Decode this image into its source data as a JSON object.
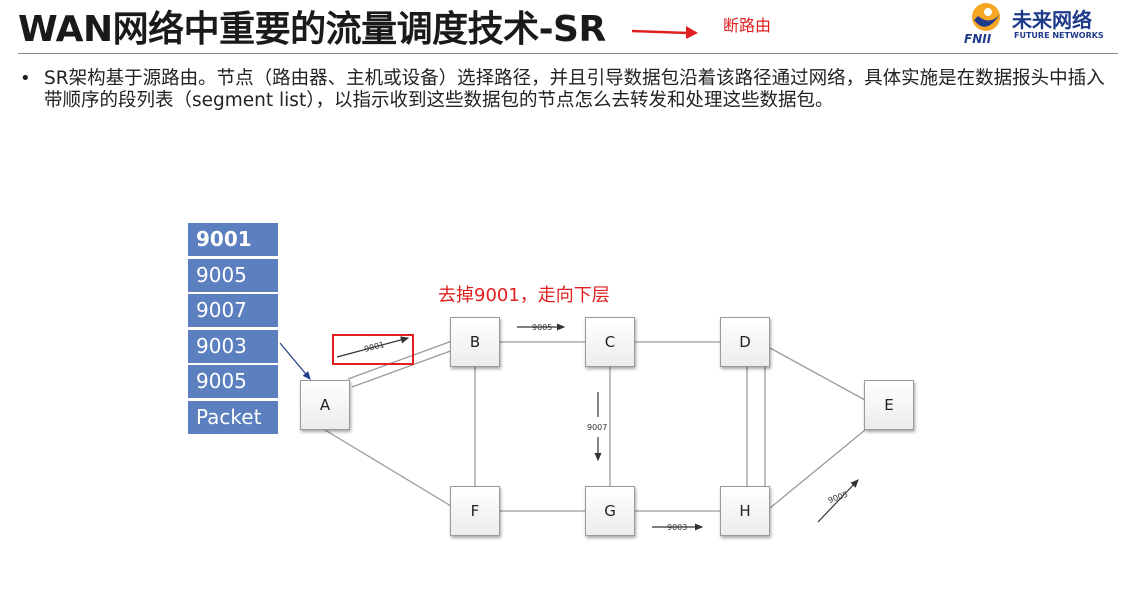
{
  "header": {
    "title": "WAN网络中重要的流量调度技术-SR",
    "annotation": "断路由",
    "logo": {
      "cn": "未来网络",
      "en": "FUTURE NETWORKS",
      "abbr": "FNII"
    }
  },
  "body": {
    "bullet": "•",
    "text": "SR架构基于源路由。节点（路由器、主机或设备）选择路径，并且引导数据包沿着该路径通过网络，具体实施是在数据报头中插入带顺序的段列表（segment list），以指示收到这些数据包的节点怎么去转发和处理这些数据包。"
  },
  "diagram": {
    "segment_stack": [
      "9001",
      "9005",
      "9007",
      "9003",
      "9005",
      "Packet"
    ],
    "annotation": "去掉9001，走向下层",
    "nodes": {
      "a": "A",
      "b": "B",
      "c": "C",
      "d": "D",
      "e": "E",
      "f": "F",
      "g": "G",
      "h": "H"
    },
    "arrow_labels": {
      "a_b": "9001",
      "b_c": "9005",
      "c_g": "9007",
      "g_h": "9003",
      "h_e": "9005"
    },
    "colors": {
      "stack": "#5b7fbf",
      "annotation": "#e02020",
      "edge": "#9a9a9a"
    }
  }
}
